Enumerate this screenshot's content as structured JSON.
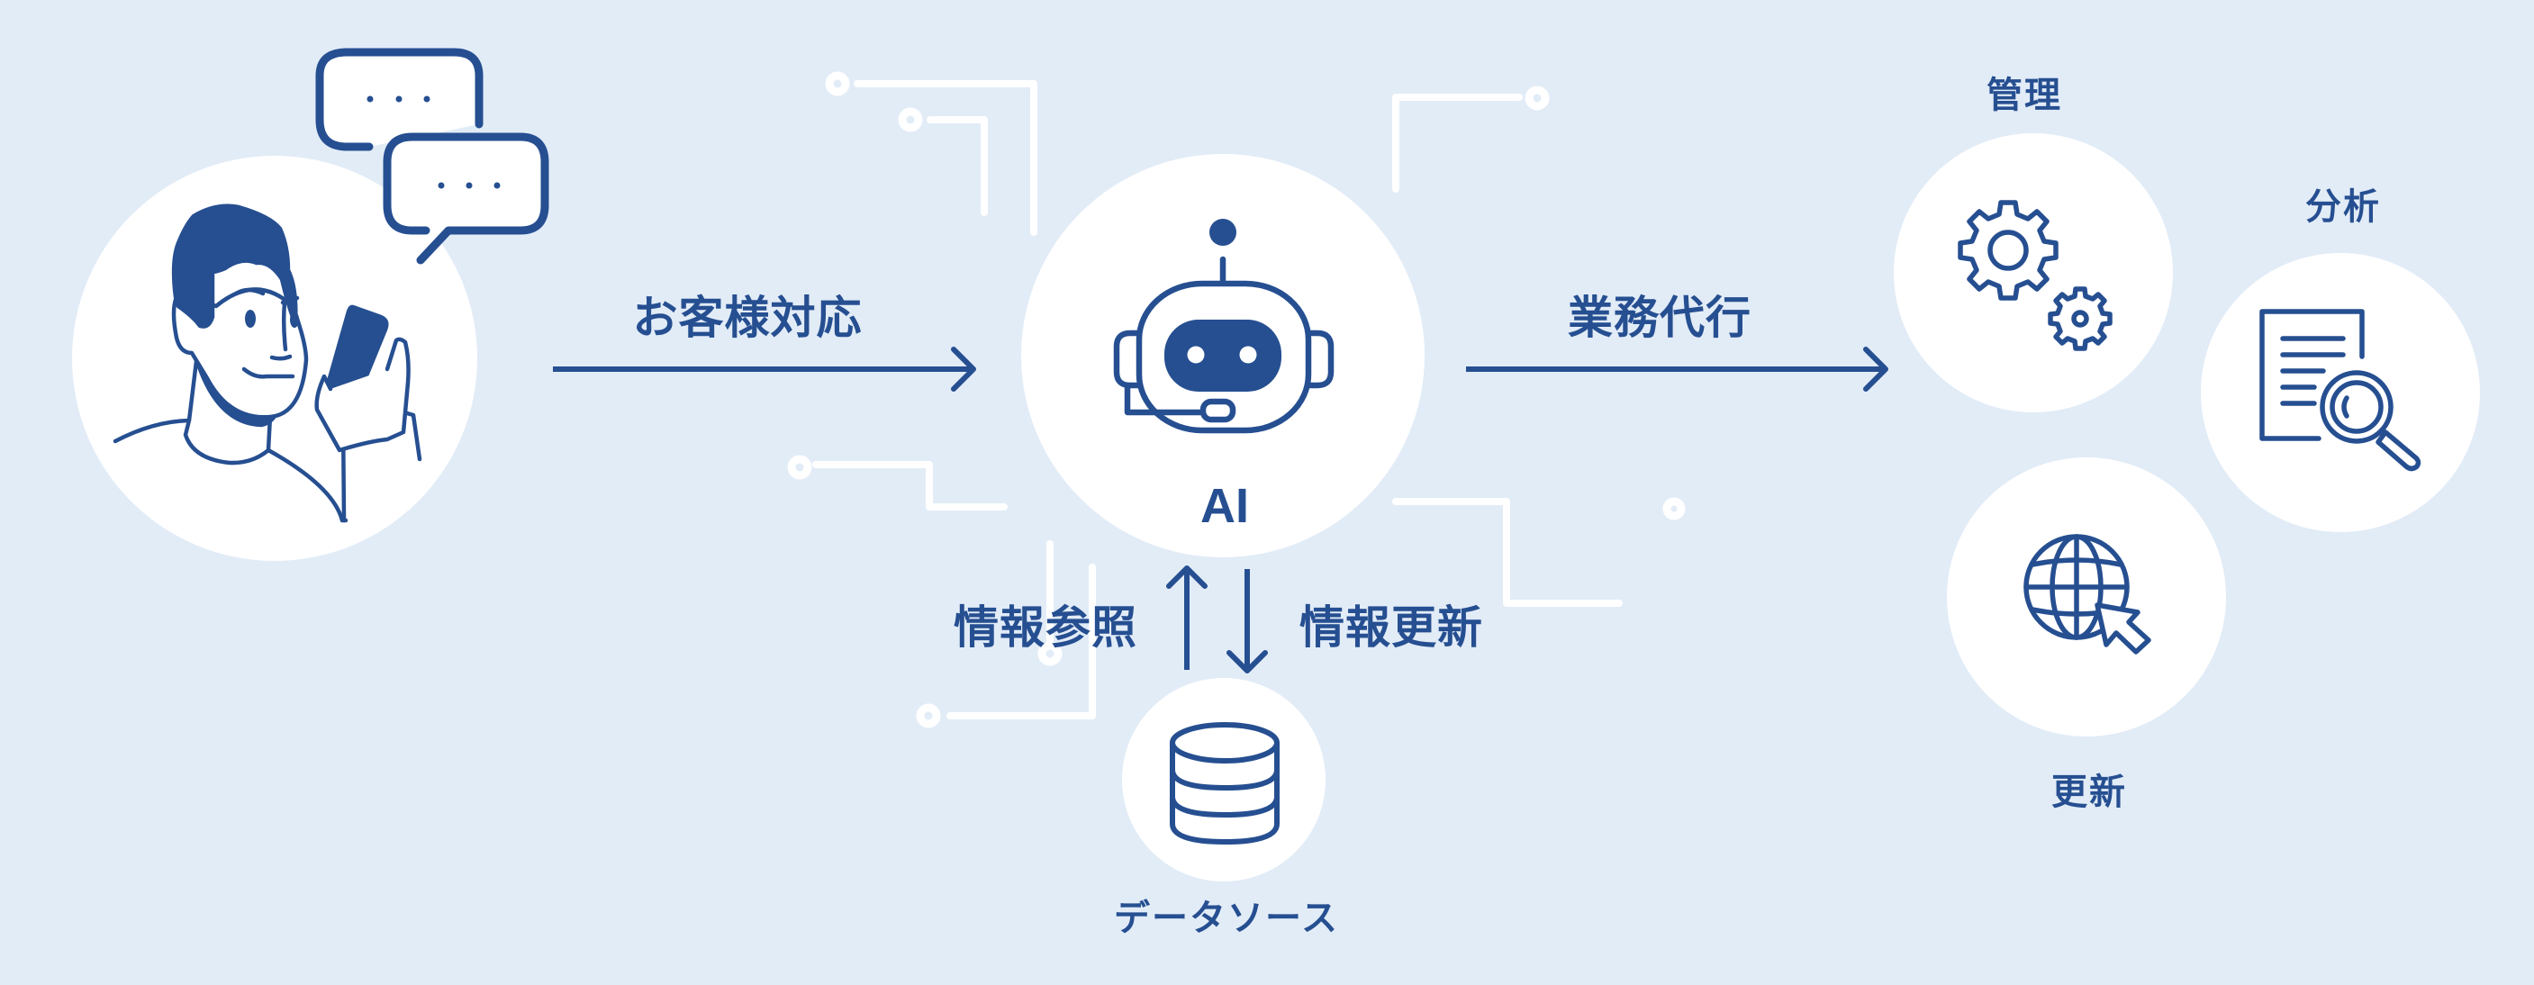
{
  "diagram": {
    "colors": {
      "background": "#e2ecf7",
      "primary": "#264f91",
      "node_fill": "#ffffff",
      "circuit": "#ffffff"
    },
    "nodes": {
      "customer": {
        "icon": "person-on-phone-icon",
        "bubbles": [
          "...",
          "..."
        ]
      },
      "ai": {
        "label": "AI",
        "icon": "robot-headset-icon"
      },
      "datasource": {
        "label": "データソース",
        "icon": "database-icon"
      },
      "manage": {
        "label": "管理",
        "icon": "gears-icon"
      },
      "analyze": {
        "label": "分析",
        "icon": "document-search-icon"
      },
      "update": {
        "label": "更新",
        "icon": "globe-cursor-icon"
      }
    },
    "edges": {
      "customer_to_ai": {
        "label": "お客様対応",
        "direction": "right"
      },
      "ai_to_tasks": {
        "label": "業務代行",
        "direction": "right"
      },
      "reference": {
        "label": "情報参照",
        "direction": "up"
      },
      "update": {
        "label": "情報更新",
        "direction": "down"
      }
    }
  }
}
